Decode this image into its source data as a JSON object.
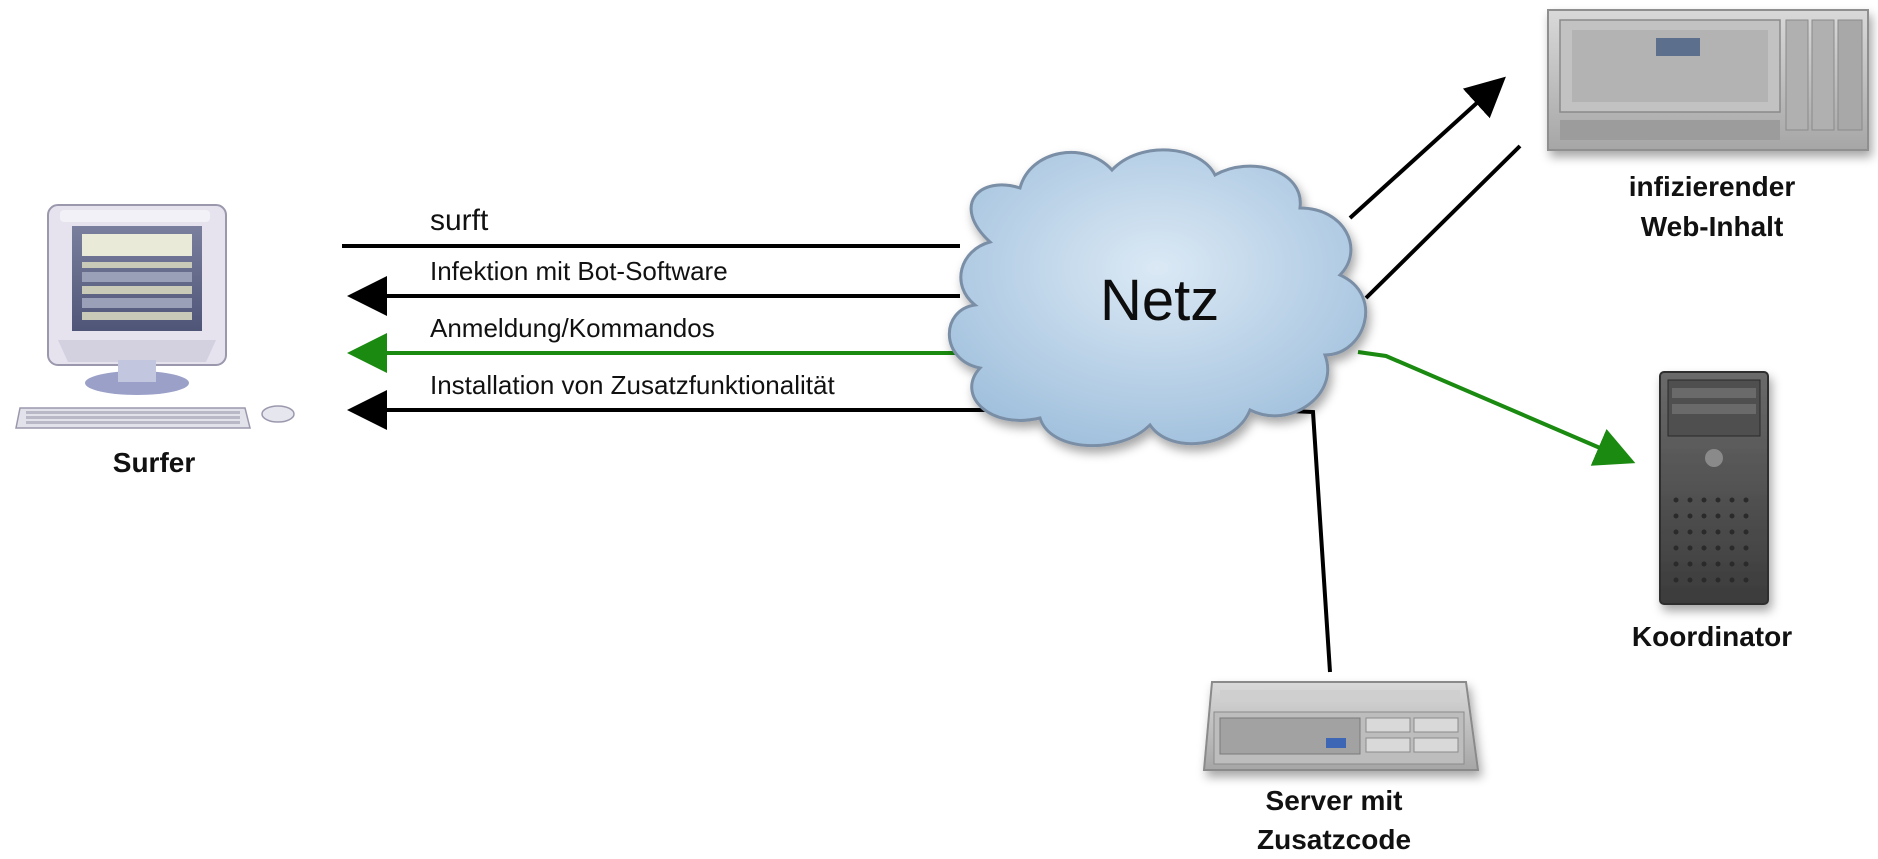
{
  "nodes": {
    "surfer": {
      "label": "Surfer",
      "icon": "desktop-computer-icon"
    },
    "web_content": {
      "label_line1": "infizierender",
      "label_line2": "Web-Inhalt",
      "icon": "server-cabinet-icon"
    },
    "coordinator": {
      "label": "Koordinator",
      "icon": "tower-server-icon"
    },
    "code_server": {
      "label_line1": "Server mit",
      "label_line2": "Zusatzcode",
      "icon": "rack-server-icon"
    },
    "network": {
      "label": "Netz",
      "icon": "cloud-icon"
    }
  },
  "edges": [
    {
      "label": "surft",
      "from": "surfer",
      "to": "network",
      "color": "#000000"
    },
    {
      "label": "Infektion mit Bot-Software",
      "from": "network",
      "to": "surfer",
      "color": "#000000"
    },
    {
      "label": "Anmeldung/Kommandos",
      "from": "network",
      "to": "surfer",
      "color": "#1a8a10"
    },
    {
      "label": "Installation von Zusatzfunktionalität",
      "from": "network",
      "to": "surfer",
      "color": "#000000"
    }
  ],
  "colors": {
    "arrow_black": "#000000",
    "arrow_green": "#1a8a10",
    "cloud_fill": "#bcd5ea",
    "cloud_stroke": "#7a8ea6"
  }
}
